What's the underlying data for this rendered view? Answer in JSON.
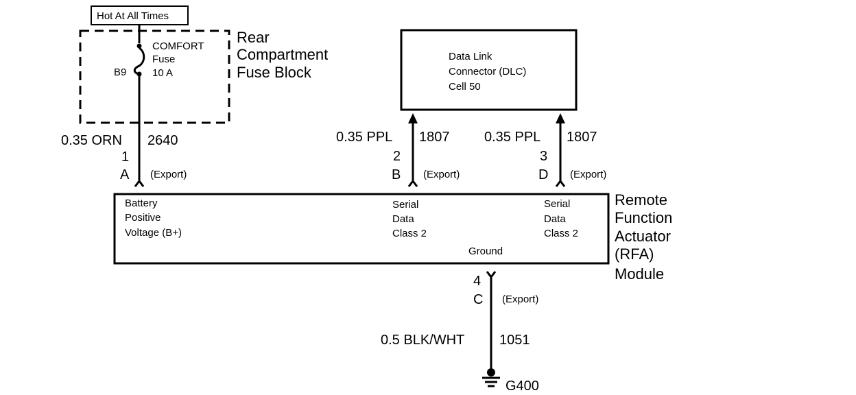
{
  "power_label": "Hot At All Times",
  "fuse_block": {
    "name_lines": [
      "Rear",
      "Compartment",
      "Fuse Block"
    ],
    "fuse_lines": [
      "COMFORT",
      "Fuse",
      "10 A"
    ],
    "fuse_id": "B9"
  },
  "dlc": {
    "lines": [
      "Data Link",
      "Connector (DLC)",
      "Cell 50"
    ]
  },
  "rfa": {
    "name_lines": [
      "Remote",
      "Function",
      "Actuator",
      "(RFA)",
      "Module"
    ],
    "pin_labels": {
      "battery": [
        "Battery",
        "Positive",
        "Voltage (B+)"
      ],
      "serial_b": [
        "Serial",
        "Data",
        "Class 2"
      ],
      "serial_d": [
        "Serial",
        "Data",
        "Class 2"
      ],
      "ground": "Ground"
    }
  },
  "wires": {
    "battery": {
      "spec": "0.35 ORN",
      "circuit": "2640",
      "pin": "1",
      "cavity": "A",
      "note": "(Export)"
    },
    "serial_b": {
      "spec": "0.35 PPL",
      "circuit": "1807",
      "pin": "2",
      "cavity": "B",
      "note": "(Export)"
    },
    "serial_d": {
      "spec": "0.35 PPL",
      "circuit": "1807",
      "pin": "3",
      "cavity": "D",
      "note": "(Export)"
    },
    "ground": {
      "spec": "0.5 BLK/WHT",
      "circuit": "1051",
      "pin": "4",
      "cavity": "C",
      "note": "(Export)"
    }
  },
  "ground_point": "G400"
}
